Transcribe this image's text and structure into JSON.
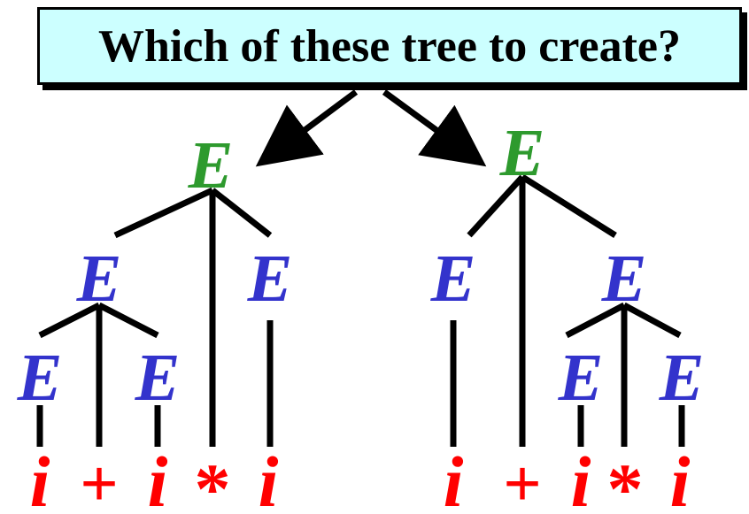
{
  "title": "Which of these tree to create?",
  "colors": {
    "root": "#2e9a2e",
    "nonterminal": "#3333cc",
    "terminal": "#ff0000",
    "edge": "#000000",
    "box_fill": "#ccffff"
  },
  "left_tree": {
    "root": "E",
    "left_child": "E",
    "right_child": "E",
    "left_grandchildren": [
      "E",
      "E"
    ],
    "tokens": [
      "i",
      "+",
      "i",
      "*",
      "i"
    ]
  },
  "right_tree": {
    "root": "E",
    "left_child": "E",
    "right_child": "E",
    "right_grandchildren": [
      "E",
      "E"
    ],
    "tokens": [
      "i",
      "+",
      "i",
      "*",
      "i"
    ]
  }
}
